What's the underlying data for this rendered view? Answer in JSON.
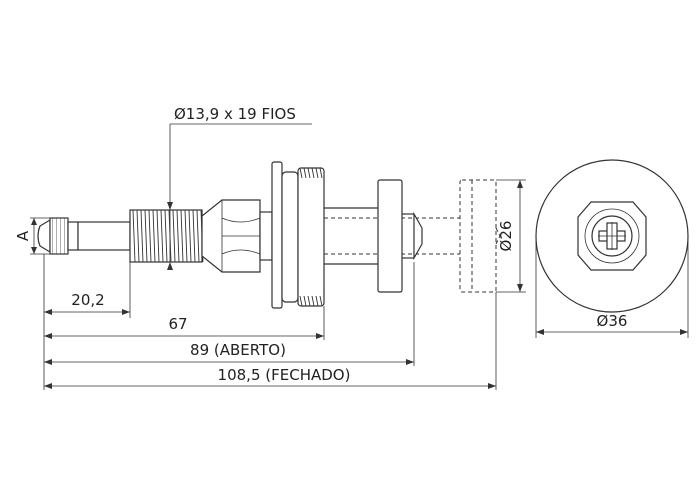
{
  "labels": {
    "thread_spec": "Ø13,9 x 19 FIOS",
    "side_a": "A",
    "len_1": "20,2",
    "len_2": "67",
    "len_3": "89 (ABERTO)",
    "len_4": "108,5 (FECHADO)",
    "dia_inner": "Ø26",
    "dia_outer": "Ø36"
  }
}
